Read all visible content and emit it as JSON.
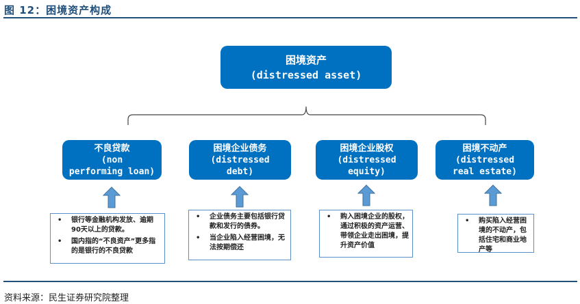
{
  "title": "图 12：困境资产构成",
  "root": {
    "cn": "困境资产",
    "en": "(distressed asset)"
  },
  "categories": [
    {
      "cn": "不良贷款",
      "en1": "(non",
      "en2": "performing loan)",
      "notes": [
        "银行等金融机构发放、逾期90天以上的贷款。",
        "国内指的“不良资产”更多指的是银行的不良贷款"
      ]
    },
    {
      "cn": "困境企业债务",
      "en1": "(distressed",
      "en2": "debt)",
      "notes": [
        "企业债务主要包括银行贷款和发行的债券。",
        "当企业陷入经营困境，无法按期偿还"
      ]
    },
    {
      "cn": "困境企业股权",
      "en1": "(distressed",
      "en2": "equity)",
      "notes": [
        "购入困境企业的股权，通过积极的资产运营、带领企业走出困境，提升资产价值"
      ]
    },
    {
      "cn": "困境不动产",
      "en1": "(distressed",
      "en2": "real estate)",
      "notes": [
        "购买陷入经营困境的不动产，包括住宅和商业地产等"
      ]
    }
  ],
  "source": "资料来源：民生证券研究院整理",
  "colors": {
    "box": "#0070c0",
    "title": "#1f4e79",
    "arrow": "#5b9bd5"
  }
}
